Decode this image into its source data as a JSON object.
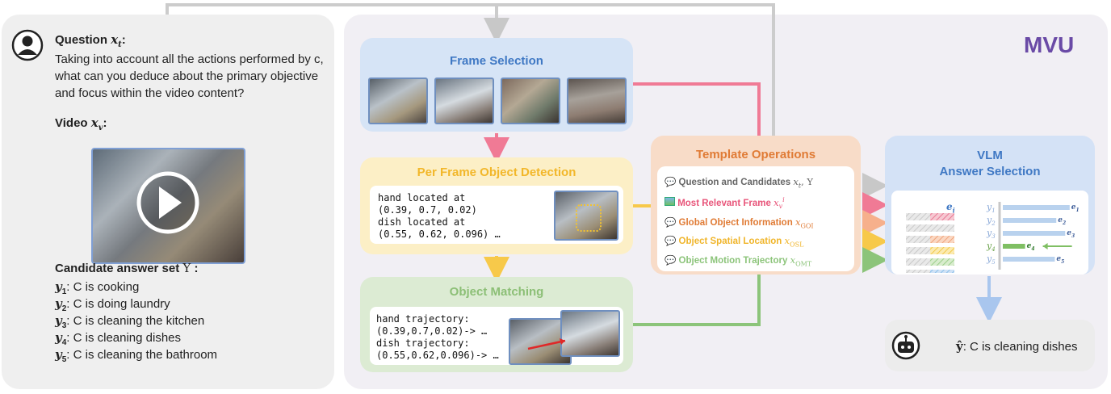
{
  "left": {
    "question_label": "Question",
    "question_var": "x",
    "question_sub": "t",
    "question_text": "Taking into account all the actions performed by c, what can you deduce about the primary objective and focus within the video content?",
    "video_label": "Video",
    "video_var": "x",
    "video_sub": "v",
    "candidate_label": "Candidate answer set",
    "candidate_symbol": "Y",
    "candidates": [
      {
        "id": "y1",
        "sym": "y",
        "sub": "1",
        "text": ": C is cooking"
      },
      {
        "id": "y2",
        "sym": "y",
        "sub": "2",
        "text": ": C is doing laundry"
      },
      {
        "id": "y3",
        "sym": "y",
        "sub": "3",
        "text": ": C is cleaning the kitchen"
      },
      {
        "id": "y4",
        "sym": "y",
        "sub": "4",
        "text": ": C is cleaning dishes"
      },
      {
        "id": "y5",
        "sym": "y",
        "sub": "5",
        "text": ": C is cleaning the bathroom"
      }
    ]
  },
  "mvu": {
    "label": "MVU",
    "frame_selection": {
      "title": "Frame Selection"
    },
    "object_detection": {
      "title": "Per Frame Object Detection",
      "lines": [
        "hand located at",
        "(0.39, 0.7, 0.02)",
        "dish located at",
        "(0.55, 0.62, 0.096) …"
      ]
    },
    "object_matching": {
      "title": "Object Matching",
      "lines": [
        "hand trajectory:",
        "(0.39,0.7,0.02)-> …",
        "dish trajectory:",
        "(0.55,0.62,0.096)-> …"
      ]
    },
    "template": {
      "title": "Template Operations",
      "ops": [
        {
          "text": "Question and Candidates",
          "math": "x",
          "sub": "t",
          "extra": ", Y",
          "color": "#666666"
        },
        {
          "text": "Most Relevant Frame",
          "math": "x",
          "sub": "v",
          "sup": "i",
          "color": "#e8557a"
        },
        {
          "text": "Global Object Information",
          "math": "x",
          "sub": "GOI",
          "color": "#e07b35"
        },
        {
          "text": "Object Spatial Location",
          "math": "x",
          "sub": "OSL",
          "color": "#f0b52a"
        },
        {
          "text": "Object Motion Trajectory",
          "math": "x",
          "sub": "OMT",
          "color": "#8cc47a"
        }
      ]
    },
    "vlm": {
      "title_line1": "VLM",
      "title_line2": "Answer Selection",
      "e_label": "e",
      "e_sub": "i",
      "rows": [
        {
          "y": "y",
          "sub": "1",
          "e": "e",
          "esub": "1",
          "fraction": 0.9
        },
        {
          "y": "y",
          "sub": "2",
          "e": "e",
          "esub": "2",
          "fraction": 0.72
        },
        {
          "y": "y",
          "sub": "3",
          "e": "e",
          "esub": "3",
          "fraction": 0.84
        },
        {
          "y": "y",
          "sub": "4",
          "e": "e",
          "esub": "4",
          "fraction": 0.3
        },
        {
          "y": "y",
          "sub": "5",
          "e": "e",
          "esub": "5",
          "fraction": 0.7
        }
      ]
    },
    "answer": {
      "symbol": "ŷ",
      "text": ": C is cleaning dishes"
    }
  },
  "colors": {
    "frame_blue": "#3f78c4",
    "detect_yellow": "#f2b72a",
    "match_green": "#8cbf76",
    "template_orange": "#e07b35",
    "mvu_purple": "#6a4aa6",
    "pink_arrow": "#f07a95",
    "gray_arrow": "#c8c8c8"
  }
}
